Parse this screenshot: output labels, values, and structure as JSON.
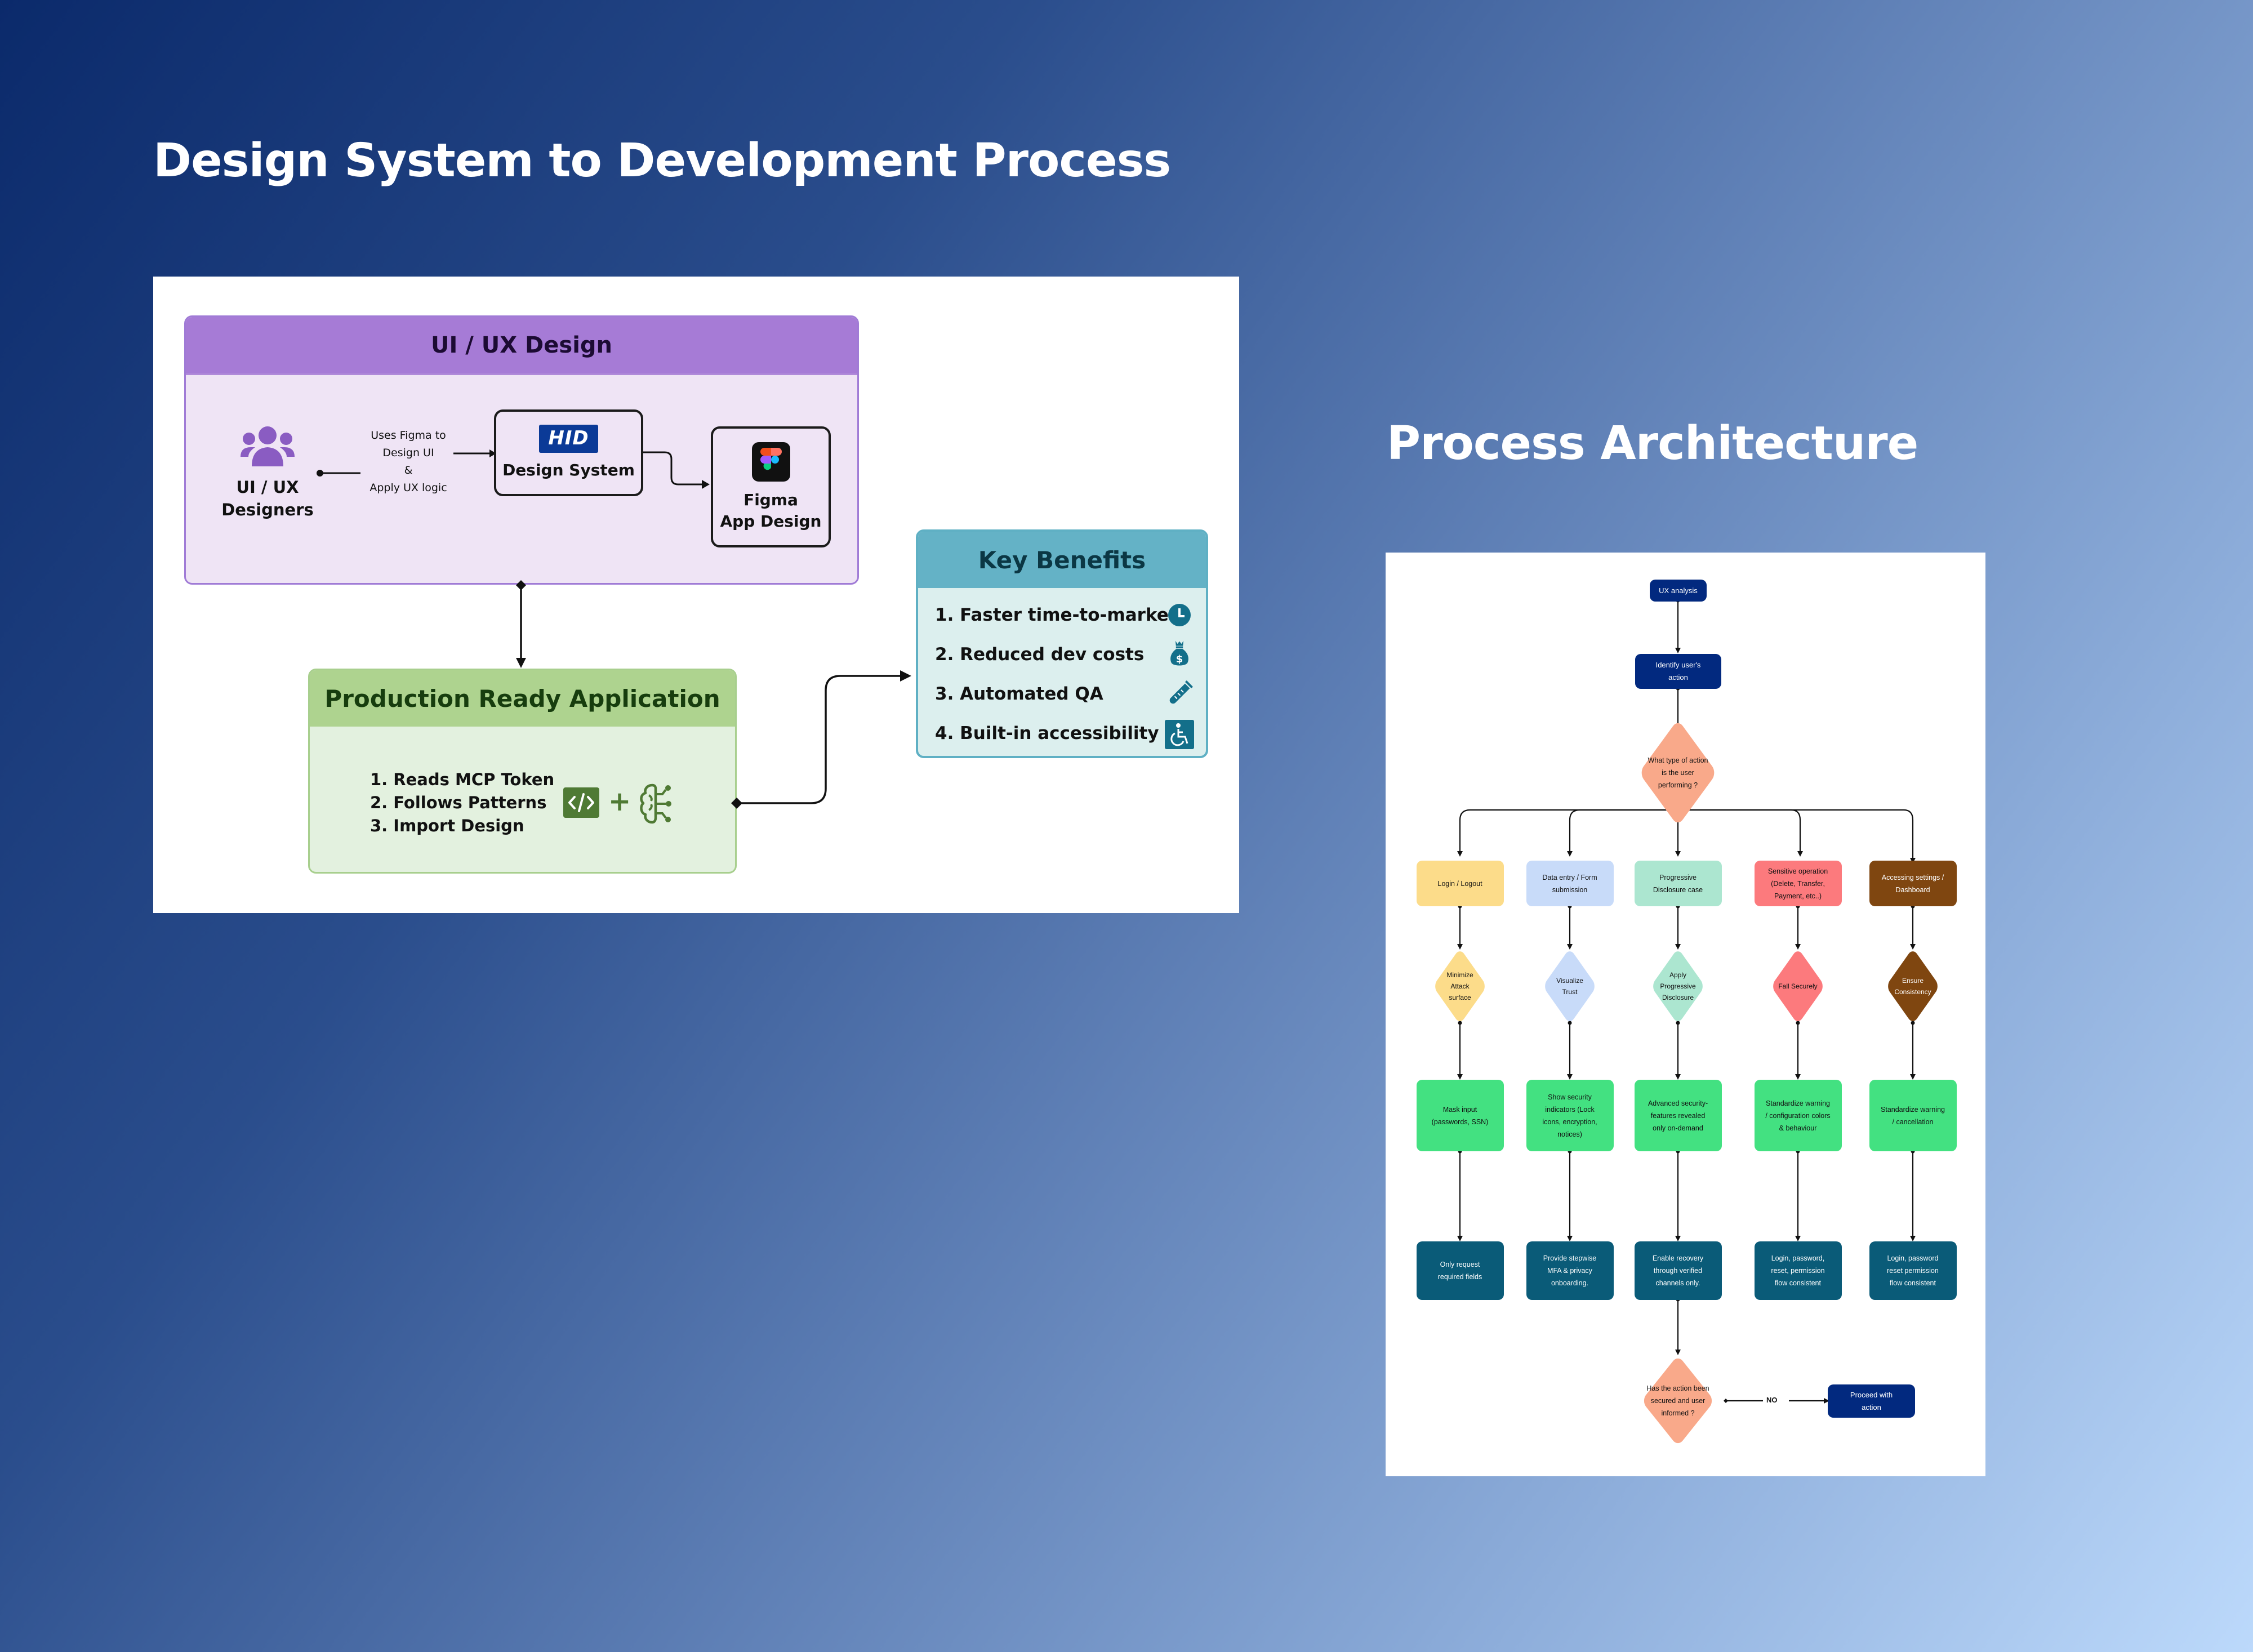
{
  "titles": {
    "main": "Design System to Development Process",
    "architecture": "Process Architecture"
  },
  "uiux": {
    "header": "UI / UX Design",
    "designers_label_line1": "UI / UX",
    "designers_label_line2": "Designers",
    "note_lines": [
      "Uses Figma to",
      "Design UI",
      "&",
      "Apply UX logic"
    ],
    "design_system": {
      "logo_text": "HID",
      "label": "Design System"
    },
    "figma": {
      "line1": "Figma",
      "line2": "App Design"
    }
  },
  "production": {
    "header": "Production Ready Application",
    "items": [
      "1. Reads MCP Token",
      "2. Follows Patterns",
      "3. Import Design"
    ],
    "plus": "+"
  },
  "benefits": {
    "header": "Key Benefits",
    "items": [
      {
        "label": "1. Faster time-to-market",
        "icon": "clock-icon"
      },
      {
        "label": "2. Reduced dev costs",
        "icon": "money-bag-icon"
      },
      {
        "label": "3. Automated QA",
        "icon": "test-tube-icon"
      },
      {
        "label": "4. Built-in accessibility",
        "icon": "wheelchair-icon"
      }
    ]
  },
  "colors": {
    "purple_header": "#a67bd6",
    "green_header": "#aed38f",
    "teal_header": "#64b2c6",
    "navy": "#02297f",
    "salmon": "#f9a98a",
    "green_action": "#43e181",
    "petrol": "#0a5b78"
  },
  "flow": {
    "start": "UX analysis",
    "identify": "Identify user's action",
    "question": "What type of action is the user performing ?",
    "branches": [
      {
        "category": "Login / Logout",
        "principle": "Minimize Attack surface",
        "action": "Mask input (passwords, SSN)",
        "outcome": "Only request required fields",
        "fill": "#fcdc8a",
        "text": "#111111"
      },
      {
        "category": "Data entry / Form submission",
        "principle": "Visualize Trust",
        "action": "Show security indicators (Lock icons, encryption, notices)",
        "outcome": "Provide stepwise MFA & privacy onboarding.",
        "fill": "#c8dbf9",
        "text": "#111111"
      },
      {
        "category": "Progressive Disclosure case",
        "principle": "Apply Progressive Disclosure",
        "action": "Advanced security-features revealed only on-demand",
        "outcome": "Enable recovery through verified channels only.",
        "fill": "#ace6d0",
        "text": "#111111"
      },
      {
        "category": "Sensitive operation (Delete, Transfer, Payment, etc..)",
        "principle": "Fall Securely",
        "action": "Standardize warning / configuration colors & behaviour",
        "outcome": "Login, password, reset, permission flow consistent",
        "fill": "#fc7a7d",
        "text": "#111111"
      },
      {
        "category": "Accessing settings / Dashboard",
        "principle": "Ensure Consistency",
        "action": "Standardize warning / cancellation",
        "outcome": "Login, password reset permission flow consistent",
        "fill": "#7f4610",
        "text": "#ffffff"
      }
    ],
    "final_question": "Has the action been secured and user informed ?",
    "no_label": "NO",
    "proceed": "Proceed with action"
  }
}
